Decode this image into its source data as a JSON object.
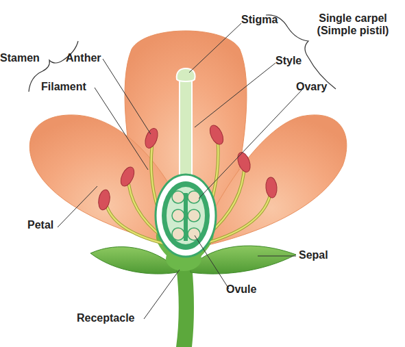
{
  "diagram": {
    "labels": [
      "Stigma",
      "Single carpel (Simple pistil)",
      "Stamen",
      "Anther",
      "Style",
      "Filament",
      "Ovary",
      "Petal",
      "Sepal",
      "Ovule",
      "Receptacle"
    ]
  }
}
